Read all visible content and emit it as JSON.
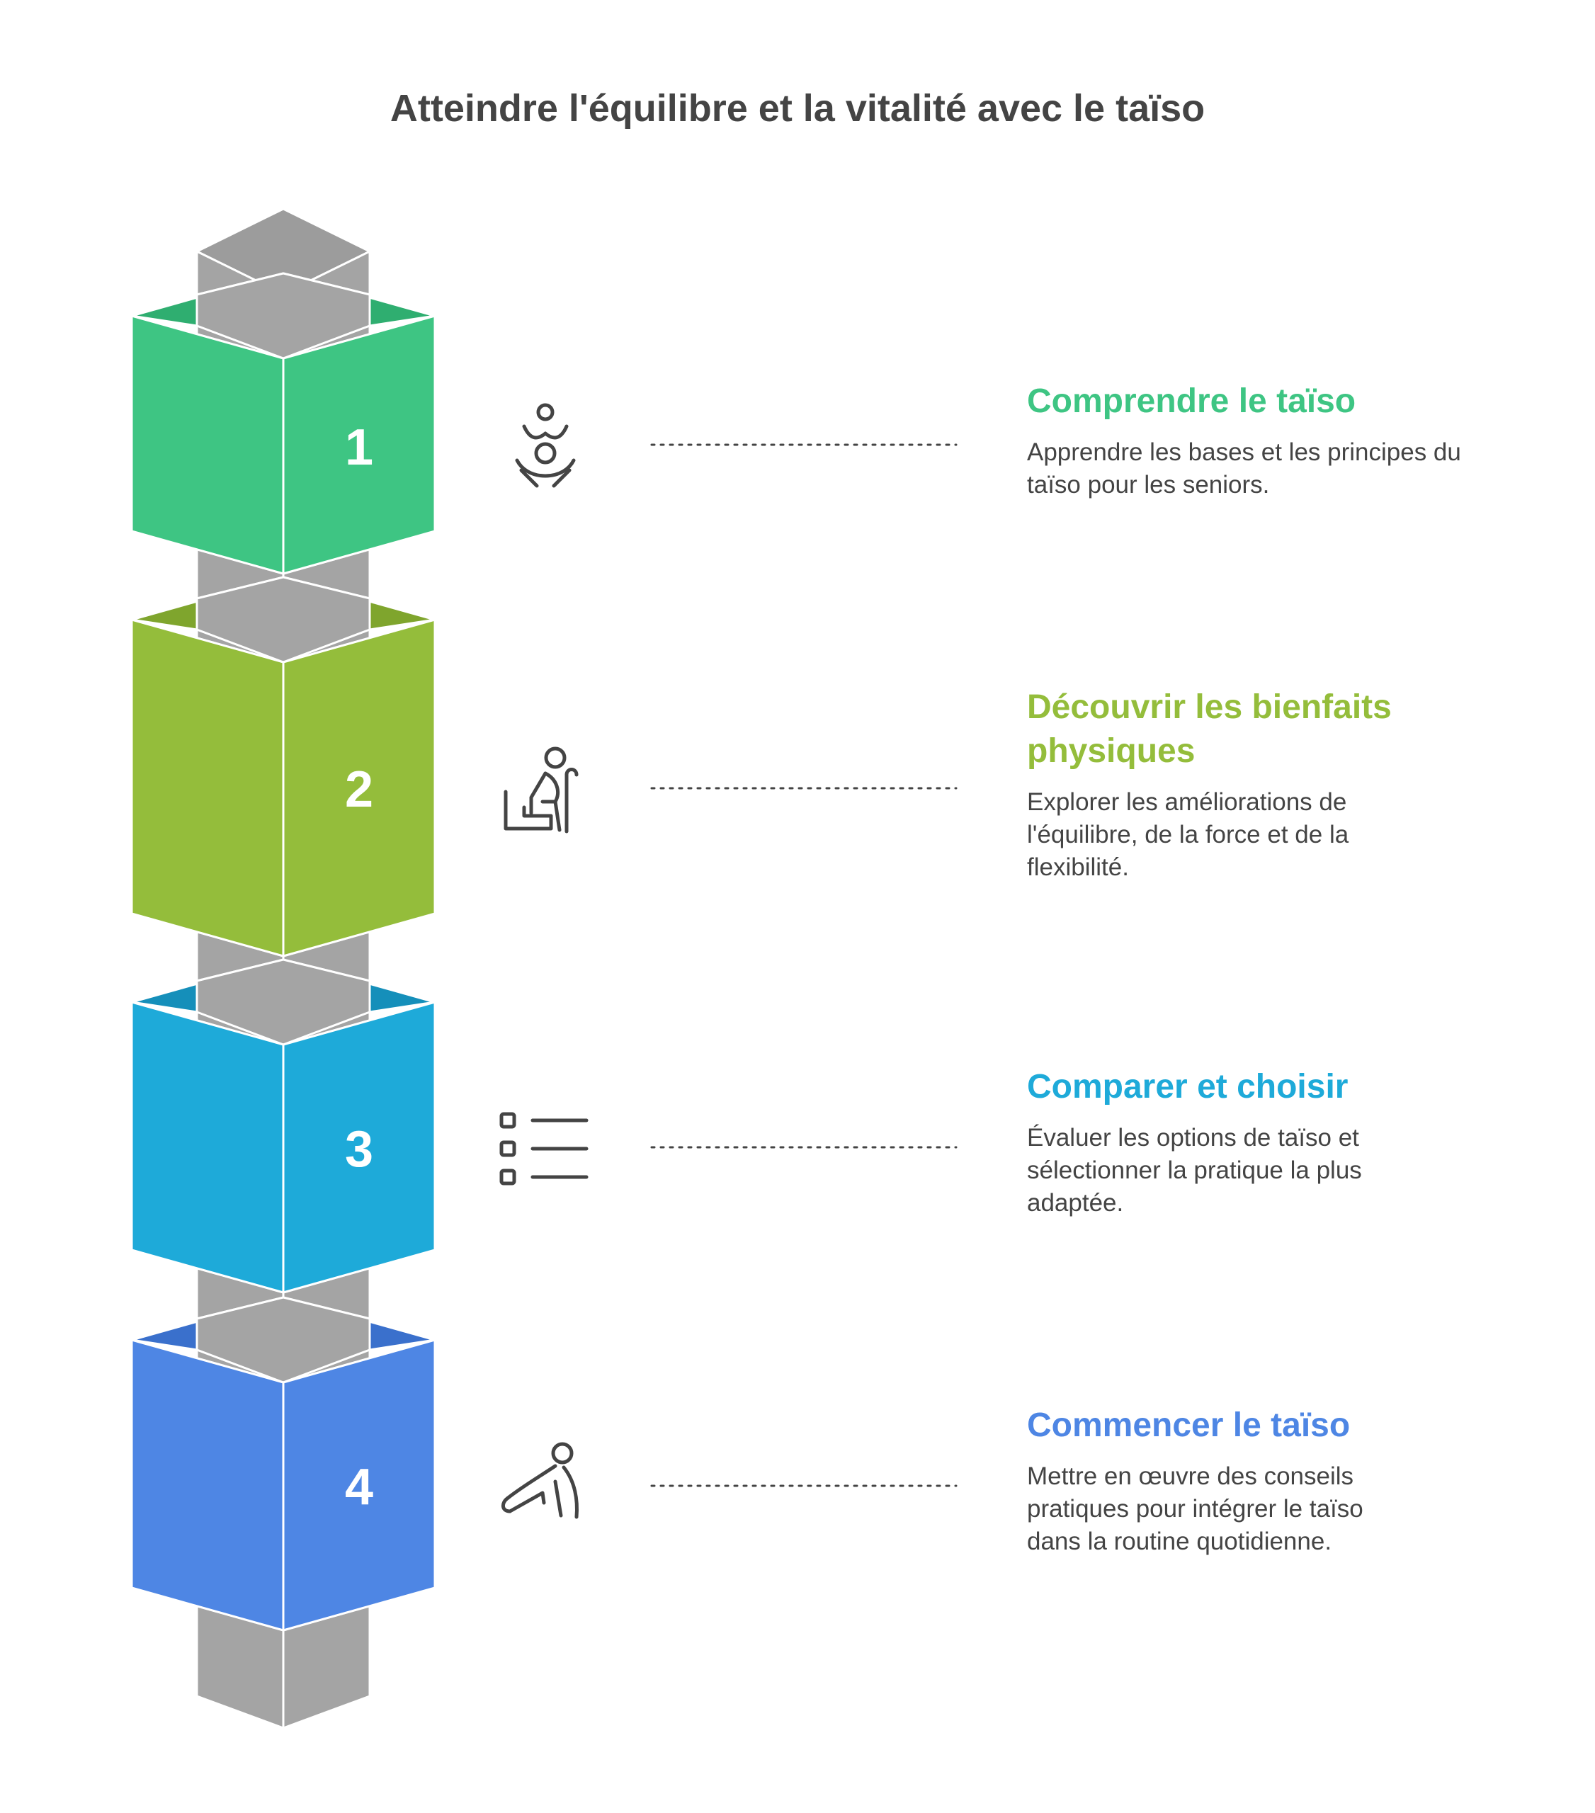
{
  "title": "Atteindre l'équilibre et la vitalité avec le taïso",
  "colors": {
    "pillar_left": "#A4A4A4",
    "pillar_top": "#9C9C9C",
    "pillar_edge": "#FFFFFF",
    "text": "#444444",
    "icon": "#444444"
  },
  "steps": [
    {
      "number": "1",
      "heading": "Comprendre le taïso",
      "description": "Apprendre les bases et les principes du taïso pour les seniors.",
      "color": "#3EC583",
      "color_dark": "#2FAE70",
      "icon": "meditation-person-icon"
    },
    {
      "number": "2",
      "heading": "Découvrir les bienfaits physiques",
      "description": "Explorer les améliorations de l'équilibre, de la force et de la flexibilité.",
      "color": "#94BD3B",
      "color_dark": "#7FA52D",
      "icon": "senior-with-cane-icon"
    },
    {
      "number": "3",
      "heading": "Comparer et choisir",
      "description": "Évaluer les options de taïso et sélectionner la pratique la plus adaptée.",
      "color": "#1EAAD9",
      "color_dark": "#158FBA",
      "icon": "checklist-icon"
    },
    {
      "number": "4",
      "heading": "Commencer le taïso",
      "description": "Mettre en œuvre des conseils pratiques pour intégrer le taïso dans la routine quotidienne.",
      "color": "#4E86E4",
      "color_dark": "#3A70CC",
      "icon": "stretching-person-icon"
    }
  ]
}
